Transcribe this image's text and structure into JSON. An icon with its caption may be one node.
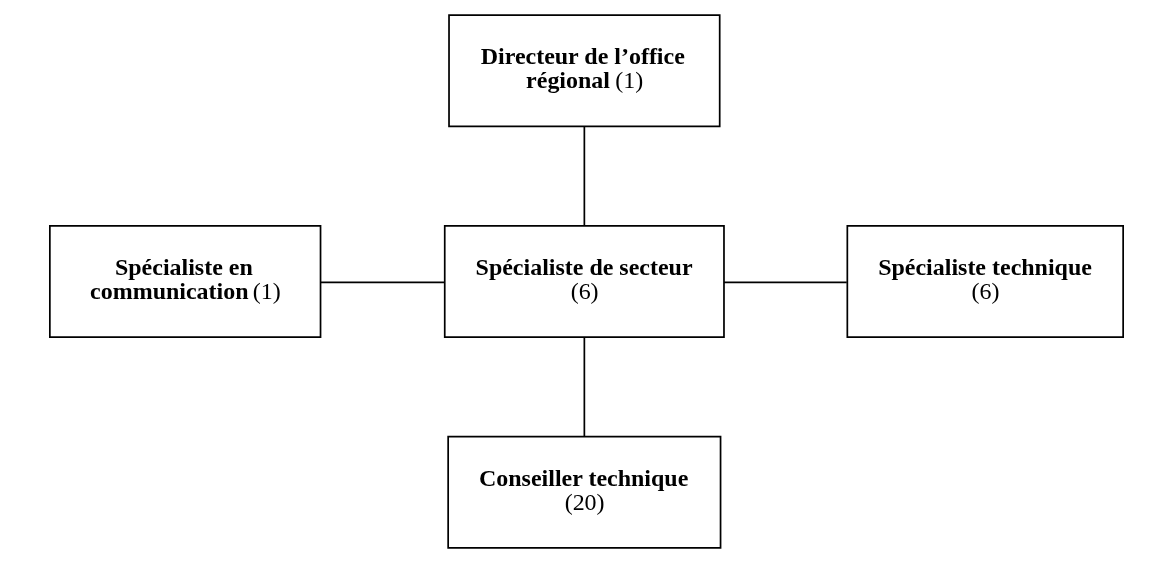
{
  "diagram": {
    "nodes": [
      {
        "text": [
          "**Directeur de l’office régional** (1)"
        ]
      },
      {
        "text": [
          "**Spécialiste en communication** (1)"
        ]
      },
      {
        "text": [
          "**Spécialiste de secteur** (6)"
        ]
      },
      {
        "text": [
          "**Spécialiste technique** (6)"
        ]
      },
      {
        "text": [
          "**Conseiller technique** (20)"
        ]
      }
    ],
    "edges": [
      {
        "from": 0,
        "to": 2,
        "arrow": "none"
      },
      {
        "from": 1,
        "to": 2,
        "arrow": "none"
      },
      {
        "from": 2,
        "to": 3,
        "arrow": "none"
      },
      {
        "from": 2,
        "to": 4,
        "arrow": "none"
      }
    ]
  }
}
